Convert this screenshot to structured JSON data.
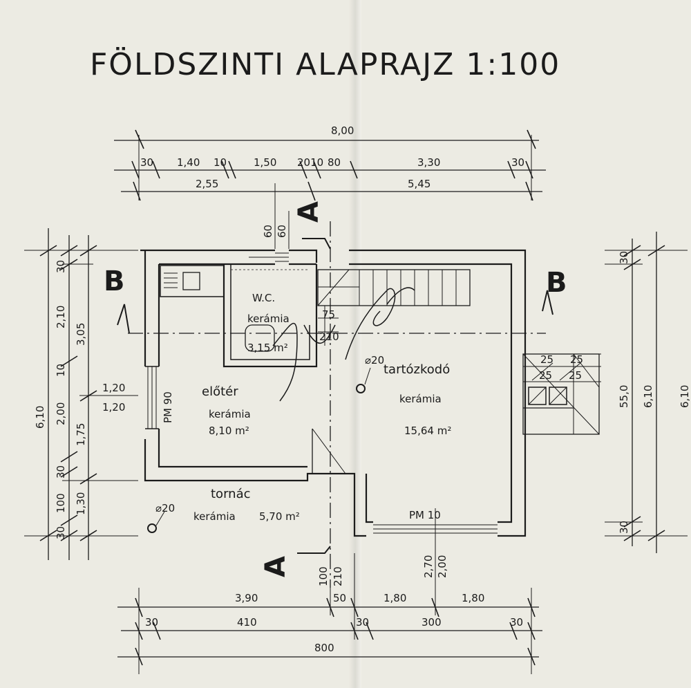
{
  "title": "FÖLDSZINTI ALAPRAJZ 1:100",
  "sections": {
    "a_top": "A",
    "a_bottom": "A",
    "b_left": "B",
    "b_right": "B"
  },
  "rooms": {
    "wc": {
      "name": "W.C.",
      "floor": "kerámia",
      "area": "3,15 m²"
    },
    "eloter": {
      "name": "előtér",
      "floor": "kerámia",
      "area": "8,10 m²"
    },
    "tartozkodo": {
      "name": "tartózkodó",
      "floor": "kerámia",
      "area": "15,64 m²"
    },
    "tornac": {
      "name": "tornác",
      "floor": "kerámia",
      "area": "5,70 m²"
    }
  },
  "labels": {
    "pm90": "PM 90",
    "pm10": "PM 10",
    "phi20_a": "⌀20",
    "phi20_b": "⌀20",
    "val_210": "210",
    "val_75": "75"
  },
  "dims_top": {
    "total": "8,00",
    "d30a": "30",
    "d140": "1,40",
    "d10": "10",
    "d150": "1,50",
    "d2010": "2010",
    "d80": "80",
    "d330": "3,30",
    "d30b": "30",
    "d255": "2,55",
    "d545": "5,45",
    "d60a": "60",
    "d60b": "60"
  },
  "dims_left": {
    "total": "6,10",
    "d30a": "30",
    "d210": "2,10",
    "d305": "3,05",
    "d10": "10",
    "d200": "2,00",
    "d175": "1,75",
    "d30b": "30",
    "d100": "100",
    "d130": "1,30",
    "d30c": "30",
    "d120a": "1,20",
    "d120b": "1,20"
  },
  "dims_right": {
    "d25a": "25",
    "d25b": "25",
    "d25c": "25",
    "d25d": "25",
    "d30a": "30",
    "d550": "55,0",
    "d610": "6,10",
    "d30b": "30",
    "d610b": "6,10"
  },
  "dims_bottom": {
    "d390": "3,90",
    "d50": "50",
    "d180a": "1,80",
    "d180b": "1,80",
    "d30a": "30",
    "d410": "410",
    "d30b": "30",
    "d300": "300",
    "d30c": "30",
    "total": "800",
    "d100": "100",
    "d210": "210",
    "d270": "2,70",
    "d200": "2,00"
  }
}
